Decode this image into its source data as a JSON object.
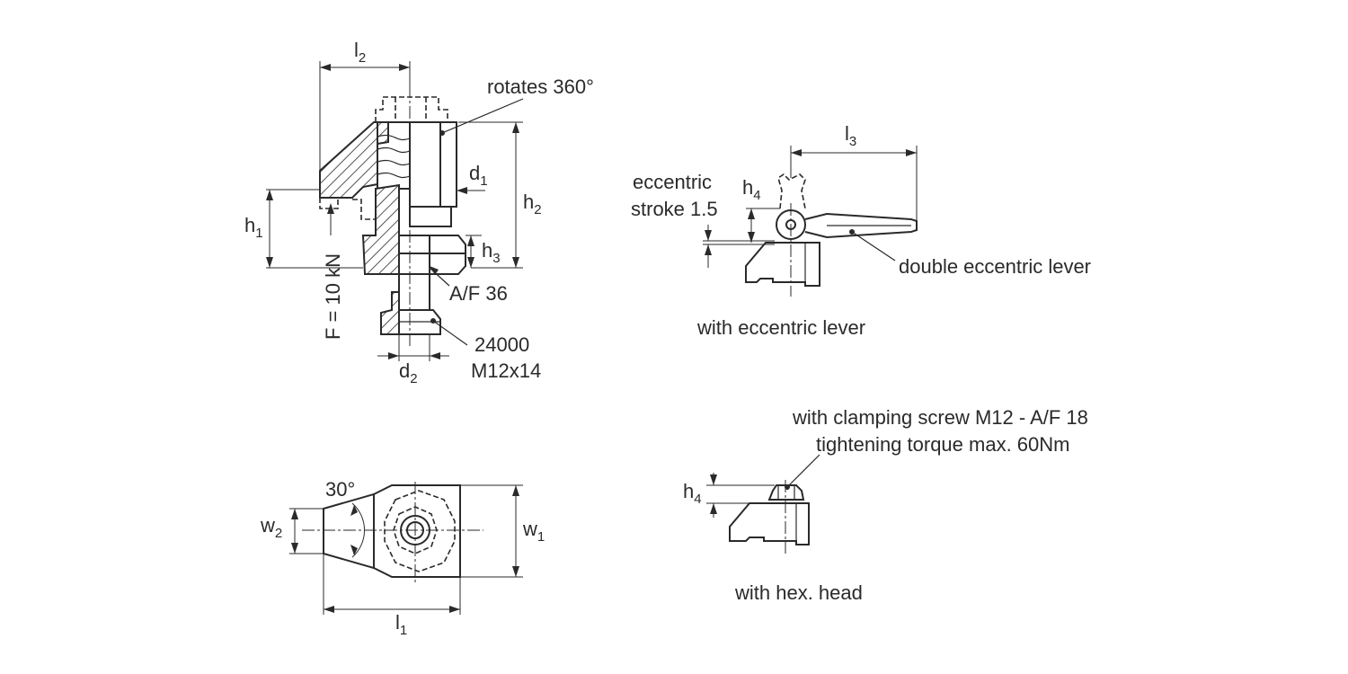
{
  "side_view": {
    "l2": "l",
    "l2_sub": "2",
    "rotates": "rotates 360°",
    "d1": "d",
    "d1_sub": "1",
    "h2": "h",
    "h2_sub": "2",
    "h1": "h",
    "h1_sub": "1",
    "h3": "h",
    "h3_sub": "3",
    "force": "F = 10 kN",
    "af36": "A/F  36",
    "part_no": "24000",
    "thread": "M12x14",
    "d2": "d",
    "d2_sub": "2"
  },
  "eccentric_view": {
    "l3": "l",
    "l3_sub": "3",
    "eccentric_label_1": "eccentric",
    "eccentric_label_2": "stroke 1.5",
    "h4": "h",
    "h4_sub": "4",
    "lever_label": "double eccentric lever",
    "caption": "with eccentric lever"
  },
  "top_view": {
    "angle": "30°",
    "w2": "w",
    "w2_sub": "2",
    "w1": "w",
    "w1_sub": "1",
    "l1": "l",
    "l1_sub": "1"
  },
  "hex_view": {
    "note_1": "with clamping screw M12 - A/F 18",
    "note_2": "tightening torque max. 60Nm",
    "h4": "h",
    "h4_sub": "4",
    "caption": "with hex. head"
  }
}
